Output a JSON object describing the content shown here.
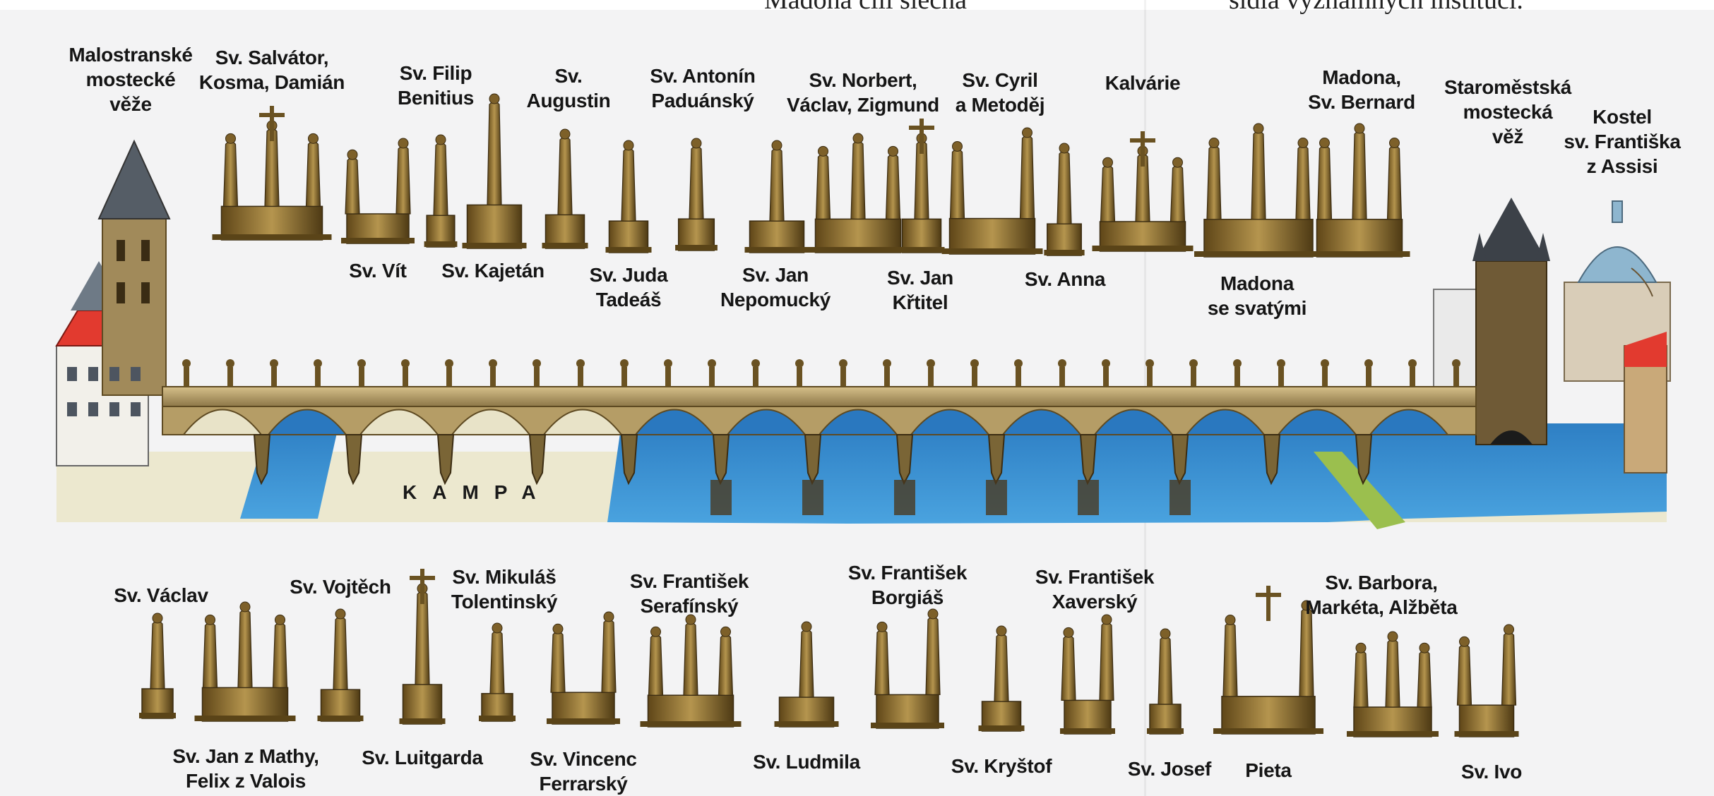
{
  "header_fragments": {
    "left": "Madona čili slečna",
    "right": "sídla významných institucí."
  },
  "colors": {
    "river": "#3a8fd0",
    "bank": "#ece8cf",
    "stone": "#c3ab74",
    "bronze": "#8a6c32",
    "roof": "#e23a2f"
  },
  "kampa": "KAMPA",
  "top_labels": [
    {
      "id": "malostranske",
      "lines": [
        "Malostranské",
        "mostecké",
        "věže"
      ]
    },
    {
      "id": "salvator",
      "lines": [
        "Sv. Salvátor,",
        "Kosma, Damián"
      ]
    },
    {
      "id": "filip",
      "lines": [
        "Sv. Filip",
        "Benitius"
      ]
    },
    {
      "id": "augustin",
      "lines": [
        "Sv.",
        "Augustin"
      ]
    },
    {
      "id": "antonin",
      "lines": [
        "Sv. Antonín",
        "Paduánský"
      ]
    },
    {
      "id": "norbert",
      "lines": [
        "Sv. Norbert,",
        "Václav, Zigmund"
      ]
    },
    {
      "id": "cyril",
      "lines": [
        "Sv. Cyril",
        "a Metoděj"
      ]
    },
    {
      "id": "kalvarie",
      "lines": [
        "Kalvárie"
      ]
    },
    {
      "id": "madona-bernard",
      "lines": [
        "Madona,",
        "Sv. Bernard"
      ]
    },
    {
      "id": "staromestska",
      "lines": [
        "Staroměstská",
        "mostecká",
        "věž"
      ]
    },
    {
      "id": "kostel",
      "lines": [
        "Kostel",
        "sv. Františka",
        "z Assisi"
      ]
    }
  ],
  "middle_labels": [
    {
      "id": "vit",
      "lines": [
        "Sv. Vít"
      ]
    },
    {
      "id": "kajetan",
      "lines": [
        "Sv. Kajetán"
      ]
    },
    {
      "id": "juda",
      "lines": [
        "Sv. Juda",
        "Tadeáš"
      ]
    },
    {
      "id": "jan-nepomucky",
      "lines": [
        "Sv. Jan",
        "Nepomucký"
      ]
    },
    {
      "id": "jan-krtitel",
      "lines": [
        "Sv. Jan",
        "Křtitel"
      ]
    },
    {
      "id": "anna",
      "lines": [
        "Sv. Anna"
      ]
    },
    {
      "id": "madona-svatymi",
      "lines": [
        "Madona",
        "se svatými"
      ]
    }
  ],
  "bottom_upper_labels": [
    {
      "id": "vaclav",
      "lines": [
        "Sv. Václav"
      ]
    },
    {
      "id": "vojtech",
      "lines": [
        "Sv. Vojtěch"
      ]
    },
    {
      "id": "mikulas",
      "lines": [
        "Sv. Mikuláš",
        "Tolentinský"
      ]
    },
    {
      "id": "frantisek-serafinsky",
      "lines": [
        "Sv. František",
        "Serafínský"
      ]
    },
    {
      "id": "frantisek-borgias",
      "lines": [
        "Sv. František",
        "Borgiáš"
      ]
    },
    {
      "id": "frantisek-xaversky",
      "lines": [
        "Sv. František",
        "Xaverský"
      ]
    },
    {
      "id": "barbora",
      "lines": [
        "Sv. Barbora,",
        "Markéta, Alžběta"
      ]
    }
  ],
  "bottom_lower_labels": [
    {
      "id": "jan-z-mathy",
      "lines": [
        "Sv. Jan z Mathy,",
        "Felix z Valois"
      ]
    },
    {
      "id": "luitgarda",
      "lines": [
        "Sv. Luitgarda"
      ]
    },
    {
      "id": "vincenc",
      "lines": [
        "Sv. Vincenc",
        "Ferrarský"
      ]
    },
    {
      "id": "ludmila",
      "lines": [
        "Sv. Ludmila"
      ]
    },
    {
      "id": "krystof",
      "lines": [
        "Sv. Kryštof"
      ]
    },
    {
      "id": "josef",
      "lines": [
        "Sv. Josef"
      ]
    },
    {
      "id": "pieta",
      "lines": [
        "Pieta"
      ]
    },
    {
      "id": "ivo",
      "lines": [
        "Sv. Ivo"
      ]
    }
  ]
}
